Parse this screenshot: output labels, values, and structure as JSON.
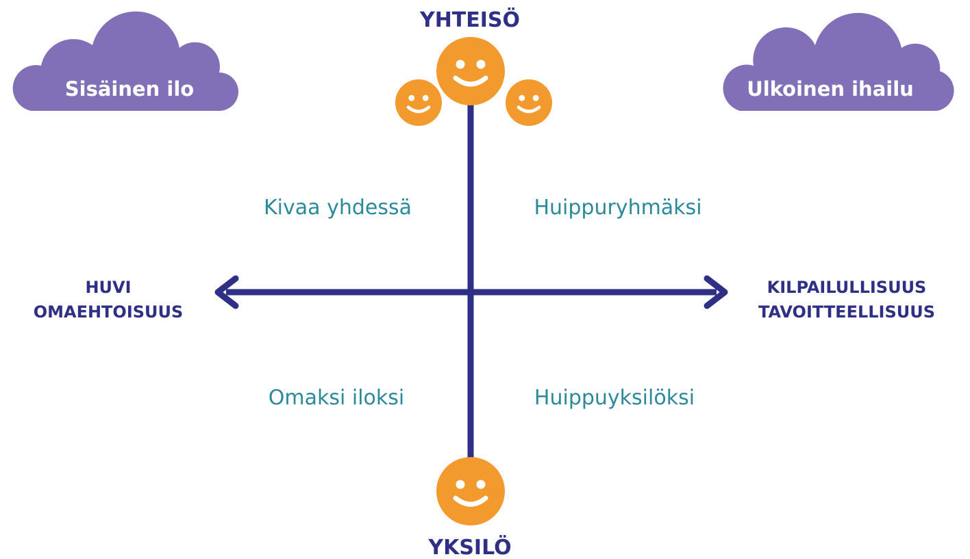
{
  "colors": {
    "axis": "#2e2f85",
    "quadrant_text": "#2b8a9a",
    "cloud": "#8170b8",
    "cloud_text": "#ffffff",
    "smiley": "#f29a2e",
    "smiley_face": "#ffffff"
  },
  "clouds": {
    "left": "Sisäinen ilo",
    "right": "Ulkoinen ihailu"
  },
  "vertical_axis": {
    "top": "YHTEISÖ",
    "bottom": "YKSILÖ"
  },
  "horizontal_axis": {
    "left_line1": "HUVI",
    "left_line2": "OMAEHTOISUUS",
    "right_line1": "KILPAILULLISUUS",
    "right_line2": "TAVOITTEELLISUUS"
  },
  "quadrants": {
    "top_left": "Kivaa yhdessä",
    "top_right": "Huippuryhmäksi",
    "bottom_left": "Omaksi iloksi",
    "bottom_right": "Huippuyksilöksi"
  },
  "icons": {
    "cloud": "cloud-icon",
    "smiley": "smiley-icon",
    "arrow_left": "arrow-left-icon",
    "arrow_right": "arrow-right-icon"
  }
}
